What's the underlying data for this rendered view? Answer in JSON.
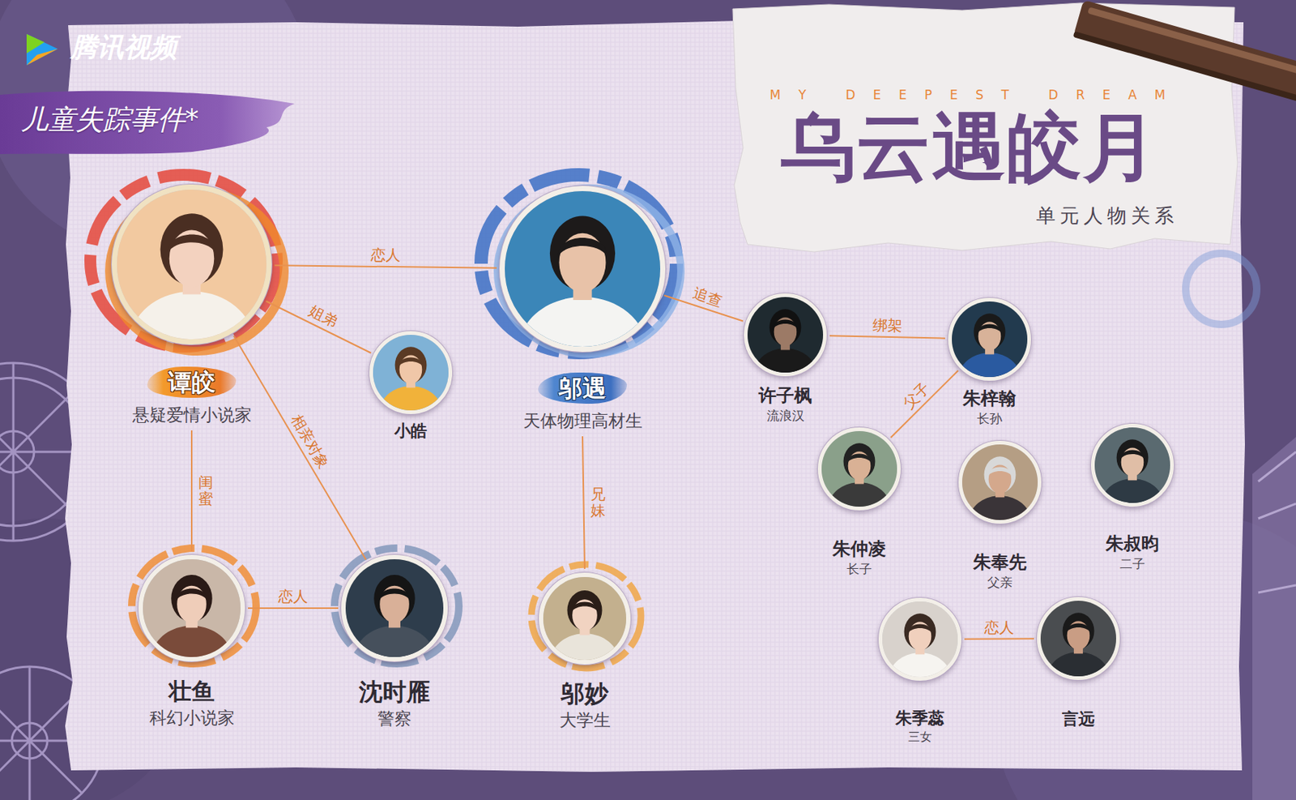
{
  "diagram": {
    "title": "乌云遇皎月",
    "nodes": [
      {
        "text": [
          "谭皎",
          "悬疑爱情小说家"
        ]
      },
      {
        "text": [
          "小皓"
        ]
      },
      {
        "text": [
          "邬遇",
          "天体物理高材生"
        ]
      },
      {
        "text": [
          "许子枫",
          "流浪汉"
        ]
      },
      {
        "text": [
          "朱梓翰",
          "长孙"
        ]
      },
      {
        "text": [
          "朱仲凌",
          "长子"
        ]
      },
      {
        "text": [
          "朱奉先",
          "父亲"
        ]
      },
      {
        "text": [
          "朱叔昀",
          "二子"
        ]
      },
      {
        "text": [
          "壮鱼",
          "科幻小说家"
        ]
      },
      {
        "text": [
          "沈时雁",
          "警察"
        ]
      },
      {
        "text": [
          "邬妙",
          "大学生"
        ]
      },
      {
        "text": [
          "朱季蕊",
          "三女"
        ]
      },
      {
        "text": [
          "言远"
        ]
      }
    ],
    "edges": [
      {
        "from": 0,
        "to": 2,
        "label": "恋人",
        "arrow": "none"
      },
      {
        "from": 0,
        "to": 1,
        "label": "姐弟",
        "arrow": "none"
      },
      {
        "from": 0,
        "to": 9,
        "label": "相亲对象",
        "arrow": "none"
      },
      {
        "from": 0,
        "to": 8,
        "label": "闺蜜",
        "arrow": "none"
      },
      {
        "from": 8,
        "to": 9,
        "label": "恋人",
        "arrow": "none"
      },
      {
        "from": 2,
        "to": 10,
        "label": "兄妹",
        "arrow": "none"
      },
      {
        "from": 2,
        "to": 3,
        "label": "追查",
        "arrow": "none"
      },
      {
        "from": 3,
        "to": 4,
        "label": "绑架",
        "arrow": "none"
      },
      {
        "from": 4,
        "to": 5,
        "label": "父子",
        "arrow": "none"
      },
      {
        "from": 11,
        "to": 12,
        "label": "恋人",
        "arrow": "none"
      }
    ],
    "labels": [
      "腾讯视频",
      "儿童失踪事件*",
      "MY DEEPEST DREAM",
      "单元人物关系"
    ]
  }
}
